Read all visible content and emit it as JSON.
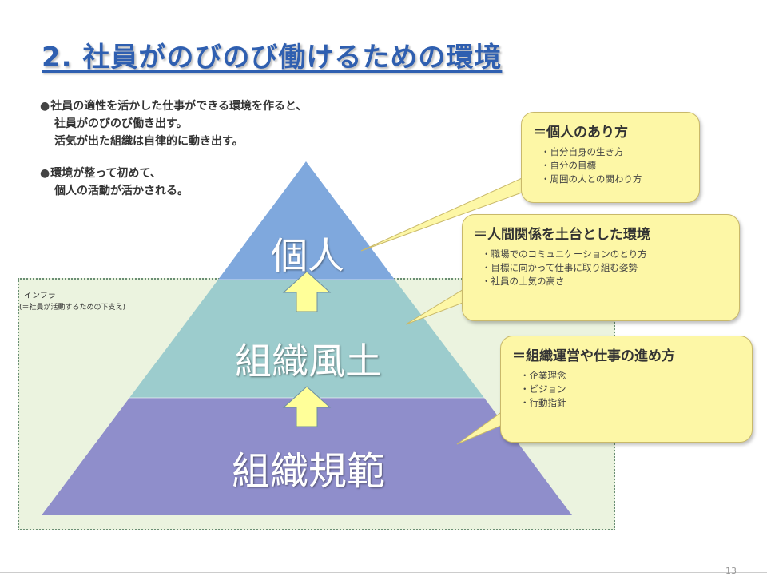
{
  "title": "2. 社員がのびのび働けるための環境",
  "bullets": [
    {
      "lines": [
        "社員の適性を活かした仕事ができる環境を作ると、",
        "社員がのびのび働き出す。",
        "活気が出た組織は自律的に動き出す。"
      ]
    },
    {
      "lines": [
        "環境が整って初めて、",
        "個人の活動が活かされる。"
      ]
    }
  ],
  "infra": {
    "label": "インフラ",
    "sublabel": "(＝社員が活動するための下支え)"
  },
  "pyramid": {
    "top": "個人",
    "middle": "組織風土",
    "bottom": "組織規範",
    "colors": {
      "top": "#7fa8dd",
      "middle": "#9ccccd",
      "bottom": "#8f8ecb",
      "arrow": "#ffff99"
    }
  },
  "callouts": [
    {
      "heading": "＝個人のあり方",
      "items": [
        "自分自身の生き方",
        "自分の目標",
        "周囲の人との関わり方"
      ]
    },
    {
      "heading": "＝人間関係を土台とした環境",
      "items": [
        "職場でのコミュニケーションのとり方",
        "目標に向かって仕事に取り組む姿勢",
        "社員の士気の高さ"
      ]
    },
    {
      "heading": "＝組織運営や仕事の進め方",
      "items": [
        "企業理念",
        "ビジョン",
        "行動指針"
      ]
    }
  ],
  "page_number": "13"
}
